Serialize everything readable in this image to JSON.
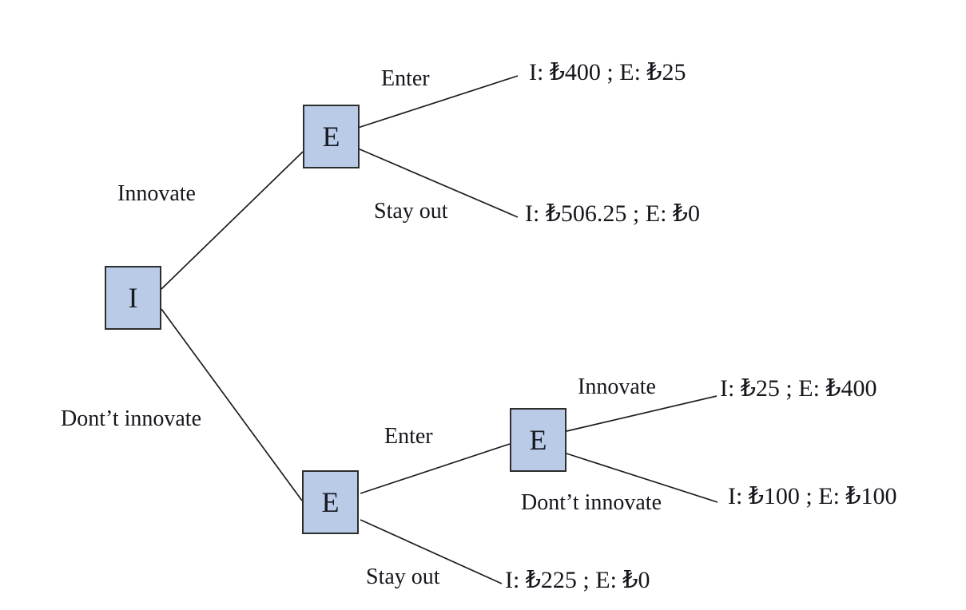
{
  "figure": {
    "kind": "game-tree",
    "description": "Sequential innovation/entry game between incumbent (I) and entrant (E)",
    "colors": {
      "background": "#ffffff",
      "node_fill": "#b9cbe7",
      "node_border": "#2d2d2d",
      "edge": "#1d1d1d",
      "text": "#14161c"
    },
    "currency_symbol": "₺"
  },
  "nodes": {
    "root": {
      "label": "I",
      "player": "Incumbent"
    },
    "e_top": {
      "label": "E",
      "player": "Entrant"
    },
    "e_bottom": {
      "label": "E",
      "player": "Entrant"
    },
    "e_second": {
      "label": "E",
      "player": "Entrant"
    }
  },
  "branches": {
    "innovate_top": {
      "label": "Innovate",
      "from": "root",
      "to": "e_top"
    },
    "dont_innovate_left": {
      "label": "Dont’t innovate",
      "from": "root",
      "to": "e_bottom"
    },
    "enter_top": {
      "label": "Enter",
      "from": "e_top",
      "to": "payoff_1"
    },
    "stay_out_top": {
      "label": "Stay out",
      "from": "e_top",
      "to": "payoff_2"
    },
    "enter_bottom": {
      "label": "Enter",
      "from": "e_bottom",
      "to": "e_second"
    },
    "stay_out_bottom": {
      "label": "Stay out",
      "from": "e_bottom",
      "to": "payoff_5"
    },
    "innovate_second": {
      "label": "Innovate",
      "from": "e_second",
      "to": "payoff_3"
    },
    "dont_innovate_second": {
      "label": "Dont’t innovate",
      "from": "e_second",
      "to": "payoff_4"
    }
  },
  "payoffs": {
    "payoff_1": {
      "text": "I: ₺400 ; E: ₺25",
      "incumbent": "₺400",
      "entrant": "₺25"
    },
    "payoff_2": {
      "text": "I: ₺506.25 ; E: ₺0",
      "incumbent": "₺506.25",
      "entrant": "₺0"
    },
    "payoff_3": {
      "text": "I: ₺25 ; E: ₺400",
      "incumbent": "₺25",
      "entrant": "₺400"
    },
    "payoff_4": {
      "text": "I: ₺100 ; E: ₺100",
      "incumbent": "₺100",
      "entrant": "₺100"
    },
    "payoff_5": {
      "text": "I: ₺225 ; E: ₺0",
      "incumbent": "₺225",
      "entrant": "₺0"
    }
  }
}
